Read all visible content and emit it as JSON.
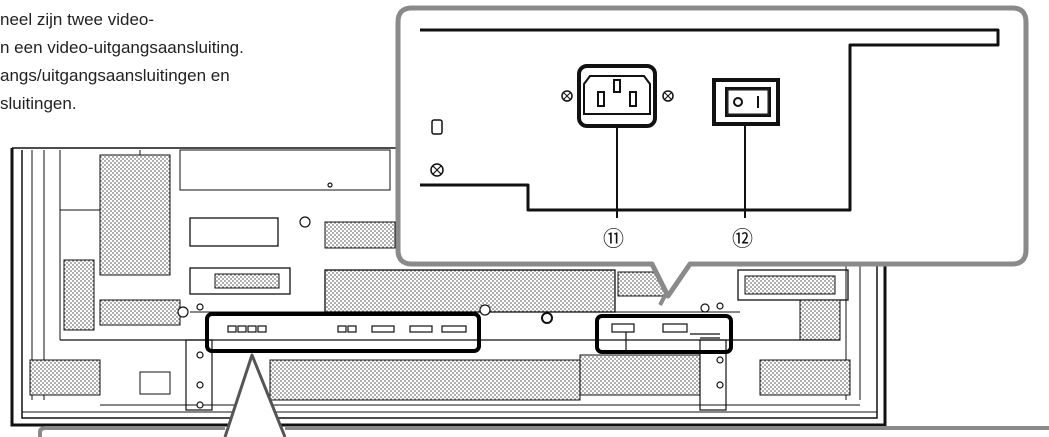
{
  "intro_text": [
    "neel zijn twee video-",
    "n een video-uitgangsaansluiting.",
    "angs/uitgangsaansluitingen en",
    "sluitingen."
  ],
  "callouts": [
    {
      "number": "11",
      "symbol": "⑪",
      "part": "ac-inlet"
    },
    {
      "number": "12",
      "symbol": "⑫",
      "part": "power-switch"
    }
  ],
  "colors": {
    "line": "#111111",
    "panel_bg": "#ffffff",
    "callout_border": "#8a8a8a",
    "highlight": "#000000",
    "dot_pattern": "#777777"
  }
}
